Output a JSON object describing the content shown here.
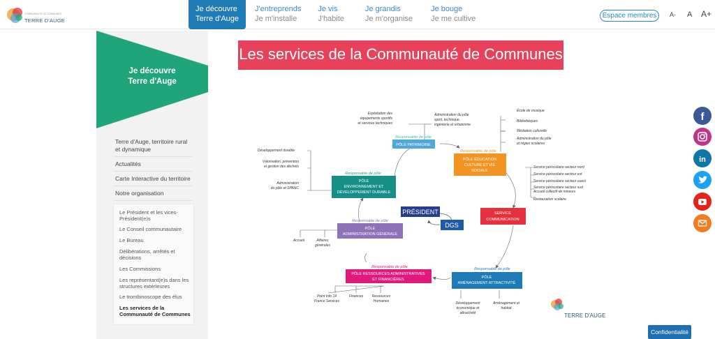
{
  "header": {
    "logo_text": "TERRE D'AUGE",
    "logo_small": "COMMUNAUTÉ DE COMMUNES",
    "nav": [
      {
        "line1": "Je découvre",
        "line2": "Terre d'Auge",
        "active": true
      },
      {
        "line1": "J'entreprends",
        "line2": "Je m'installe",
        "active": false
      },
      {
        "line1": "Je vis",
        "line2": "J'habite",
        "active": false
      },
      {
        "line1": "Je grandis",
        "line2": "Je m'organise",
        "active": false
      },
      {
        "line1": "Je bouge",
        "line2": "Je me cultive",
        "active": false
      }
    ],
    "espace_label": "Espace membres",
    "font_smaller": "A-",
    "font_normal": "A",
    "font_larger": "A+"
  },
  "sidebar": {
    "title_line1": "Je découvre",
    "title_line2": "Terre d'Auge",
    "items": [
      "Terre d'Auge, territoire rural et dynamique",
      "Actualités",
      "Carte Interactive du territoire",
      "Notre organisation"
    ],
    "sub_items": [
      "Le Président et les vices-Président(e)s",
      "Le Conseil communautaire",
      "Le Bureau",
      "Délibérations, arrêtés et décisions",
      "Les Commissions",
      "Les représentant(e)s dans les structures extérieures",
      "Le trombinoscope des élus",
      "Les services de la Communauté de Communes"
    ]
  },
  "main": {
    "title": "Les services de la Communauté de Communes"
  },
  "org_chart": {
    "responsable": "Responsable de pôle",
    "president": "PRÉSIDENT",
    "dgs": "DGS",
    "service_com": [
      "SERVICE",
      "COMMUNICATION"
    ],
    "pole_patrimoine": "PÔLE PATRIMOINE",
    "pole_education": [
      "PÔLE ÉDUCATION",
      "CULTURE ET VIE",
      "SOCIALE"
    ],
    "pole_env": [
      "PÔLE",
      "ENVIRONNEMENT ET",
      "DÉVELOPPEMENT DURABLE"
    ],
    "pole_admin": [
      "PÔLE",
      "ADMINISTRATION GÉNÉRALE"
    ],
    "pole_ressources": [
      "PÔLE RESSOURCES ADMINISTRATIVES",
      "ET FINANCIÈRES"
    ],
    "pole_amenagement": [
      "PÔLE",
      "AMÉNAGEMENT ATTRACTIVITÉ"
    ],
    "patrimoine_left": [
      "Exploitation des",
      "équipements sportifs",
      "et services techniques"
    ],
    "patrimoine_right": [
      "Administration du pôle",
      "sport, technique,",
      "ingénierie et urbanisme"
    ],
    "education_top": [
      "École de musique",
      "Bibliothèques",
      "Médiation culturelle",
      "Administration du pôle",
      "et régies scolaires"
    ],
    "education_right": [
      "Service périscolaire secteur nord",
      "Service périscolaire secteur est",
      "Service périscolaire secteur ouest",
      "Service périscolaire secteur sud",
      "Accueil collectif de mineurs",
      "Restauration scolaire"
    ],
    "env_left": [
      "Développement durable",
      "Valorisation, prévention",
      "et gestion des déchets",
      "Administration",
      "du pôle et SPANC"
    ],
    "admin_sub": [
      "Accueil",
      "Affaires",
      "générales"
    ],
    "ressources_sub": [
      "Point Info 14",
      "France Services",
      "Finances",
      "Ressources",
      "Humaines"
    ],
    "amenagement_sub": [
      "Développement",
      "économique et",
      "attractivité",
      "Aménagement et",
      "habitat"
    ],
    "logo_text": "TERRE D'AUGE"
  },
  "social": [
    "facebook-icon",
    "instagram-icon",
    "linkedin-icon",
    "twitter-icon",
    "youtube-icon",
    "email-icon"
  ],
  "colors": {
    "green": "#20a57b",
    "pink_title": "#e8415a",
    "blue": "#1f7bb5",
    "orange": "#f39321",
    "teal": "#168f86",
    "navy": "#253d8c",
    "purple": "#8e72b9",
    "magenta": "#e0197d",
    "red": "#e5303d",
    "light_blue": "#4fa8dc"
  },
  "confid": "Confidentialité"
}
